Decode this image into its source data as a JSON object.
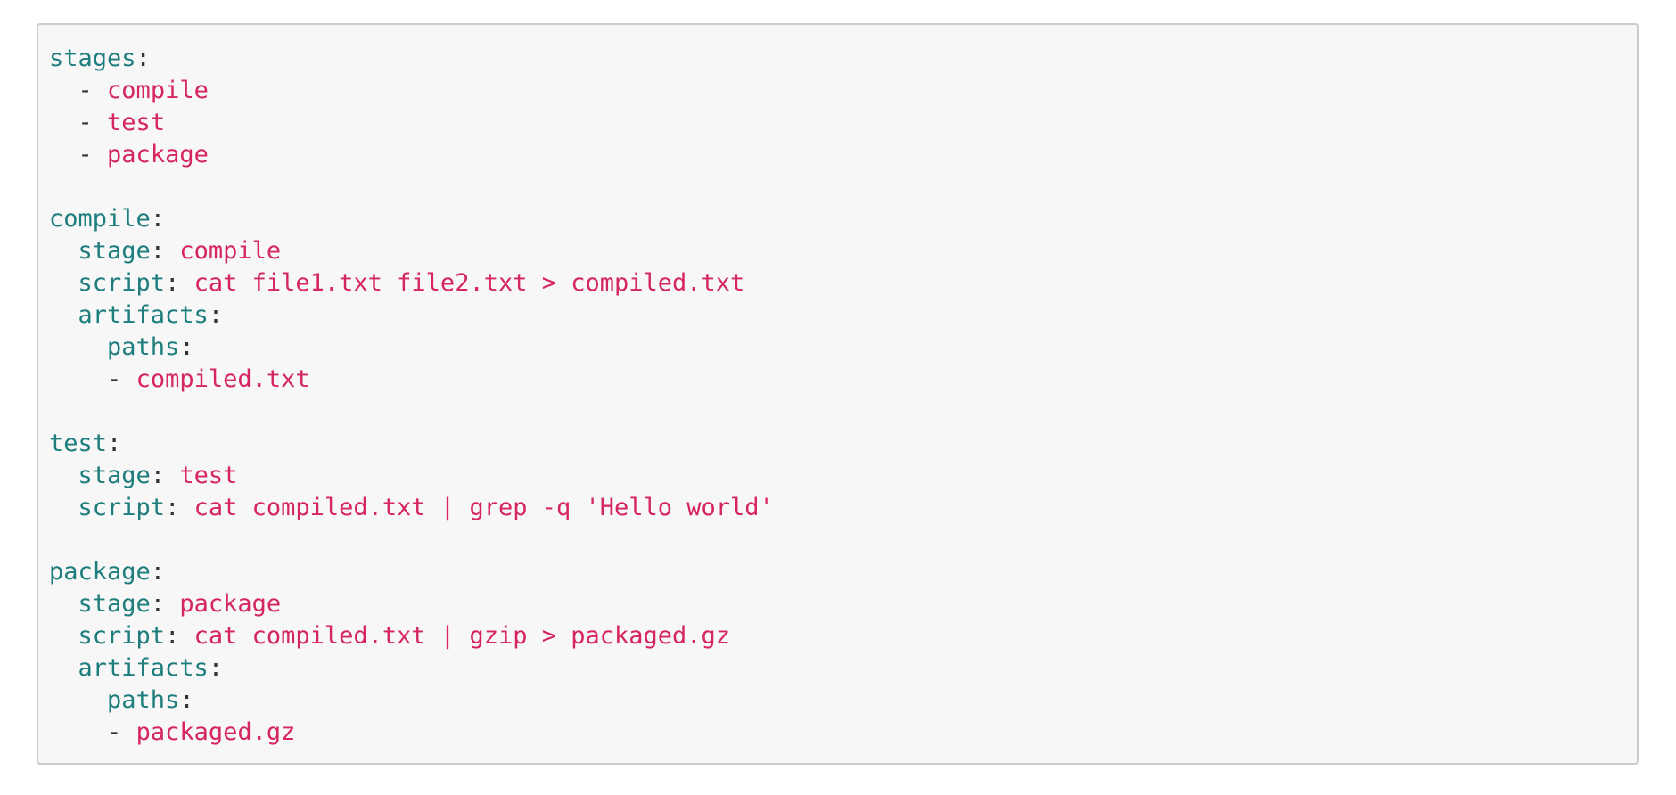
{
  "page": {
    "background": "#ffffff"
  },
  "code_block": {
    "language": "yaml",
    "background": "#f7f7f7",
    "border_color": "#cccccc",
    "colors": {
      "key": "#1e7d7d",
      "value": "#d6265e",
      "punctuation": "#333333"
    },
    "lines": [
      [
        {
          "c": "na",
          "t": "stages"
        },
        {
          "c": "pi",
          "t": ":"
        }
      ],
      [
        {
          "c": "",
          "t": "  "
        },
        {
          "c": "pi",
          "t": "-"
        },
        {
          "c": "",
          "t": " "
        },
        {
          "c": "s",
          "t": "compile"
        }
      ],
      [
        {
          "c": "",
          "t": "  "
        },
        {
          "c": "pi",
          "t": "-"
        },
        {
          "c": "",
          "t": " "
        },
        {
          "c": "s",
          "t": "test"
        }
      ],
      [
        {
          "c": "",
          "t": "  "
        },
        {
          "c": "pi",
          "t": "-"
        },
        {
          "c": "",
          "t": " "
        },
        {
          "c": "s",
          "t": "package"
        }
      ],
      [],
      [
        {
          "c": "na",
          "t": "compile"
        },
        {
          "c": "pi",
          "t": ":"
        }
      ],
      [
        {
          "c": "",
          "t": "  "
        },
        {
          "c": "na",
          "t": "stage"
        },
        {
          "c": "pi",
          "t": ":"
        },
        {
          "c": "",
          "t": " "
        },
        {
          "c": "s",
          "t": "compile"
        }
      ],
      [
        {
          "c": "",
          "t": "  "
        },
        {
          "c": "na",
          "t": "script"
        },
        {
          "c": "pi",
          "t": ":"
        },
        {
          "c": "",
          "t": " "
        },
        {
          "c": "s",
          "t": "cat file1.txt file2.txt > compiled.txt"
        }
      ],
      [
        {
          "c": "",
          "t": "  "
        },
        {
          "c": "na",
          "t": "artifacts"
        },
        {
          "c": "pi",
          "t": ":"
        }
      ],
      [
        {
          "c": "",
          "t": "    "
        },
        {
          "c": "na",
          "t": "paths"
        },
        {
          "c": "pi",
          "t": ":"
        }
      ],
      [
        {
          "c": "",
          "t": "    "
        },
        {
          "c": "pi",
          "t": "-"
        },
        {
          "c": "",
          "t": " "
        },
        {
          "c": "s",
          "t": "compiled.txt"
        }
      ],
      [],
      [
        {
          "c": "na",
          "t": "test"
        },
        {
          "c": "pi",
          "t": ":"
        }
      ],
      [
        {
          "c": "",
          "t": "  "
        },
        {
          "c": "na",
          "t": "stage"
        },
        {
          "c": "pi",
          "t": ":"
        },
        {
          "c": "",
          "t": " "
        },
        {
          "c": "s",
          "t": "test"
        }
      ],
      [
        {
          "c": "",
          "t": "  "
        },
        {
          "c": "na",
          "t": "script"
        },
        {
          "c": "pi",
          "t": ":"
        },
        {
          "c": "",
          "t": " "
        },
        {
          "c": "s",
          "t": "cat compiled.txt | grep -q 'Hello world'"
        }
      ],
      [],
      [
        {
          "c": "na",
          "t": "package"
        },
        {
          "c": "pi",
          "t": ":"
        }
      ],
      [
        {
          "c": "",
          "t": "  "
        },
        {
          "c": "na",
          "t": "stage"
        },
        {
          "c": "pi",
          "t": ":"
        },
        {
          "c": "",
          "t": " "
        },
        {
          "c": "s",
          "t": "package"
        }
      ],
      [
        {
          "c": "",
          "t": "  "
        },
        {
          "c": "na",
          "t": "script"
        },
        {
          "c": "pi",
          "t": ":"
        },
        {
          "c": "",
          "t": " "
        },
        {
          "c": "s",
          "t": "cat compiled.txt | gzip > packaged.gz"
        }
      ],
      [
        {
          "c": "",
          "t": "  "
        },
        {
          "c": "na",
          "t": "artifacts"
        },
        {
          "c": "pi",
          "t": ":"
        }
      ],
      [
        {
          "c": "",
          "t": "    "
        },
        {
          "c": "na",
          "t": "paths"
        },
        {
          "c": "pi",
          "t": ":"
        }
      ],
      [
        {
          "c": "",
          "t": "    "
        },
        {
          "c": "pi",
          "t": "-"
        },
        {
          "c": "",
          "t": " "
        },
        {
          "c": "s",
          "t": "packaged.gz"
        }
      ]
    ]
  }
}
